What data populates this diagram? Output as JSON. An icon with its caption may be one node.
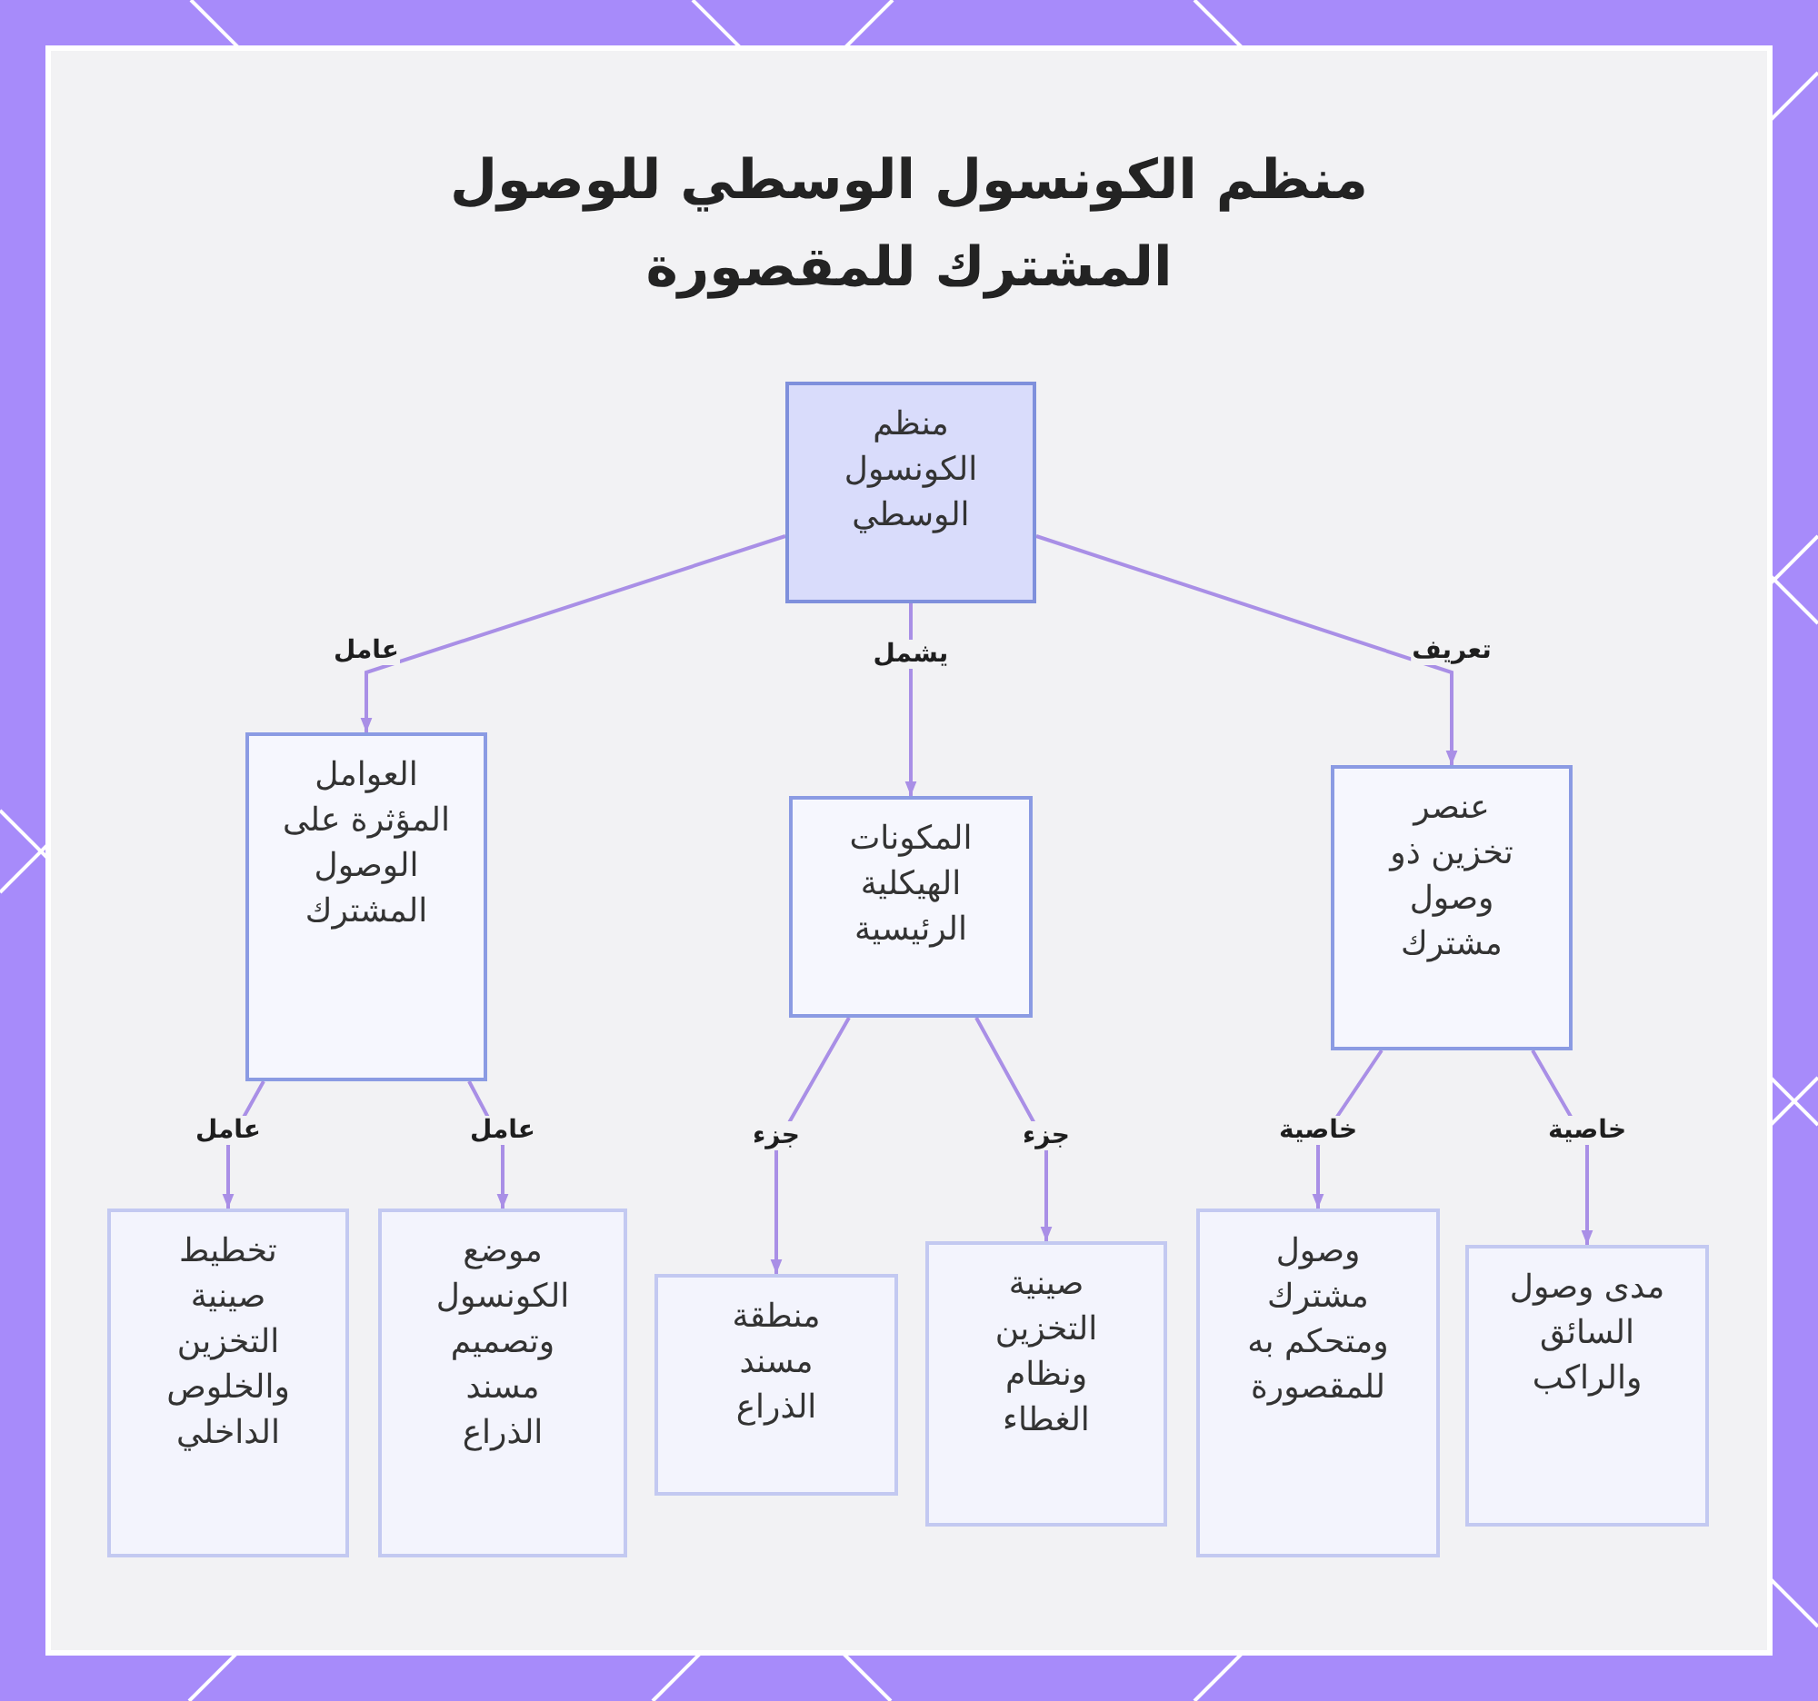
{
  "diagram": {
    "title": "منظم الكونسول الوسطي للوصول المشترك للمقصورة",
    "nodes": [
      {
        "text": [
          "منظم الكونسول الوسطي"
        ]
      },
      {
        "text": [
          "عنصر تخزين ذو وصول مشترك"
        ]
      },
      {
        "text": [
          "المكونات الهيكلية الرئيسية"
        ]
      },
      {
        "text": [
          "العوامل المؤثرة على الوصول المشترك"
        ]
      },
      {
        "text": [
          "مدى وصول السائق والراكب"
        ]
      },
      {
        "text": [
          "وصول مشترك ومتحكم به للمقصورة"
        ]
      },
      {
        "text": [
          "صينية التخزين ونظام الغطاء"
        ]
      },
      {
        "text": [
          "منطقة مسند الذراع"
        ]
      },
      {
        "text": [
          "موضع الكونسول وتصميم مسند الذراع"
        ]
      },
      {
        "text": [
          "تخطيط صينية التخزين والخلوص الداخلي"
        ]
      }
    ],
    "edges": [
      {
        "from": 0,
        "to": 1,
        "arrow": "to",
        "label": "تعريف"
      },
      {
        "from": 0,
        "to": 2,
        "arrow": "to",
        "label": "يشمل"
      },
      {
        "from": 0,
        "to": 3,
        "arrow": "to",
        "label": "عامل"
      },
      {
        "from": 1,
        "to": 4,
        "arrow": "to",
        "label": "خاصية"
      },
      {
        "from": 1,
        "to": 5,
        "arrow": "to",
        "label": "خاصية"
      },
      {
        "from": 2,
        "to": 6,
        "arrow": "to",
        "label": "جزء"
      },
      {
        "from": 2,
        "to": 7,
        "arrow": "to",
        "label": "جزء"
      },
      {
        "from": 3,
        "to": 8,
        "arrow": "to",
        "label": "عامل"
      },
      {
        "from": 3,
        "to": 9,
        "arrow": "to",
        "label": "عامل"
      }
    ]
  }
}
